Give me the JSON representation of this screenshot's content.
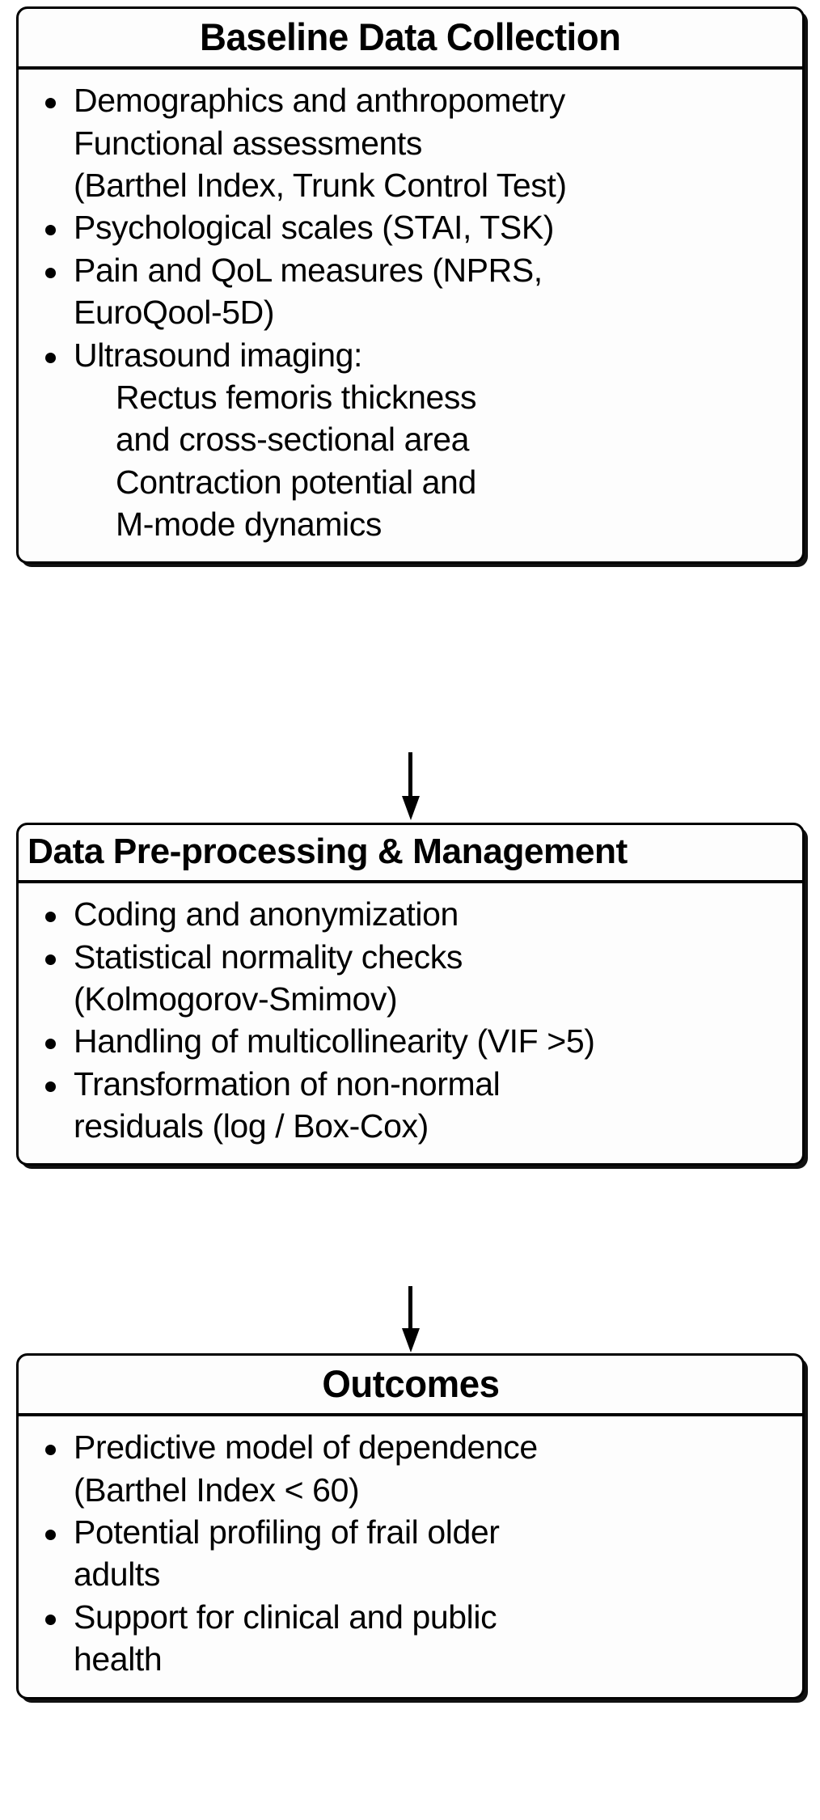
{
  "diagram": {
    "type": "vertical-flowchart",
    "orientation": "top-to-bottom",
    "node_count": 3,
    "connector_count": 2,
    "colors": {
      "border": "#000000",
      "background": "#ffffff",
      "text": "#000000"
    }
  },
  "nodes": [
    {
      "id": "baseline-data-collection",
      "title": "Baseline Data Collection",
      "title_align": "center",
      "items": [
        {
          "bullet": true,
          "text": "Demographics and anthropometry"
        },
        {
          "bullet": false,
          "text": "Functional assessments"
        },
        {
          "bullet": false,
          "text": "(Barthel Index, Trunk Control Test)"
        },
        {
          "bullet": true,
          "text": "Psychological scales (STAI, TSK)"
        },
        {
          "bullet": true,
          "text": "Pain and QoL measures (NPRS,"
        },
        {
          "bullet": false,
          "text": "EuroQool-5D)"
        },
        {
          "bullet": true,
          "text": "Ultrasound imaging:"
        }
      ],
      "sub_items": [
        "Rectus femoris thickness",
        "and cross-sectional area",
        "Contraction potential and",
        "M-mode dynamics"
      ]
    },
    {
      "id": "data-pre-processing-management",
      "title": "Data Pre-processing & Management",
      "title_align": "stretch",
      "items": [
        {
          "bullet": true,
          "text": "Coding and anonymization"
        },
        {
          "bullet": true,
          "text": "Statistical normality checks"
        },
        {
          "bullet": false,
          "text": "(Kolmogorov-Smimov)"
        },
        {
          "bullet": true,
          "text": "Handling of multicollinearity (VIF >5)"
        },
        {
          "bullet": true,
          "text": "Transformation of non-normal"
        },
        {
          "bullet": false,
          "text": "residuals (log / Box-Cox)"
        }
      ],
      "sub_items": []
    },
    {
      "id": "outcomes",
      "title": "Outcomes",
      "title_align": "center",
      "items": [
        {
          "bullet": true,
          "text": "Predictive model of dependence"
        },
        {
          "bullet": false,
          "text": "(Barthel Index < 60)"
        },
        {
          "bullet": true,
          "text": "Potential profiling of frail older"
        },
        {
          "bullet": false,
          "text": "adults"
        },
        {
          "bullet": true,
          "text": "Support for clinical and public"
        },
        {
          "bullet": false,
          "text": "health"
        }
      ],
      "sub_items": []
    }
  ],
  "connectors": [
    {
      "id": "arrow-1",
      "from": "baseline-data-collection",
      "to": "data-pre-processing-management",
      "direction": "down"
    },
    {
      "id": "arrow-2",
      "from": "data-pre-processing-management",
      "to": "outcomes",
      "direction": "down"
    }
  ]
}
